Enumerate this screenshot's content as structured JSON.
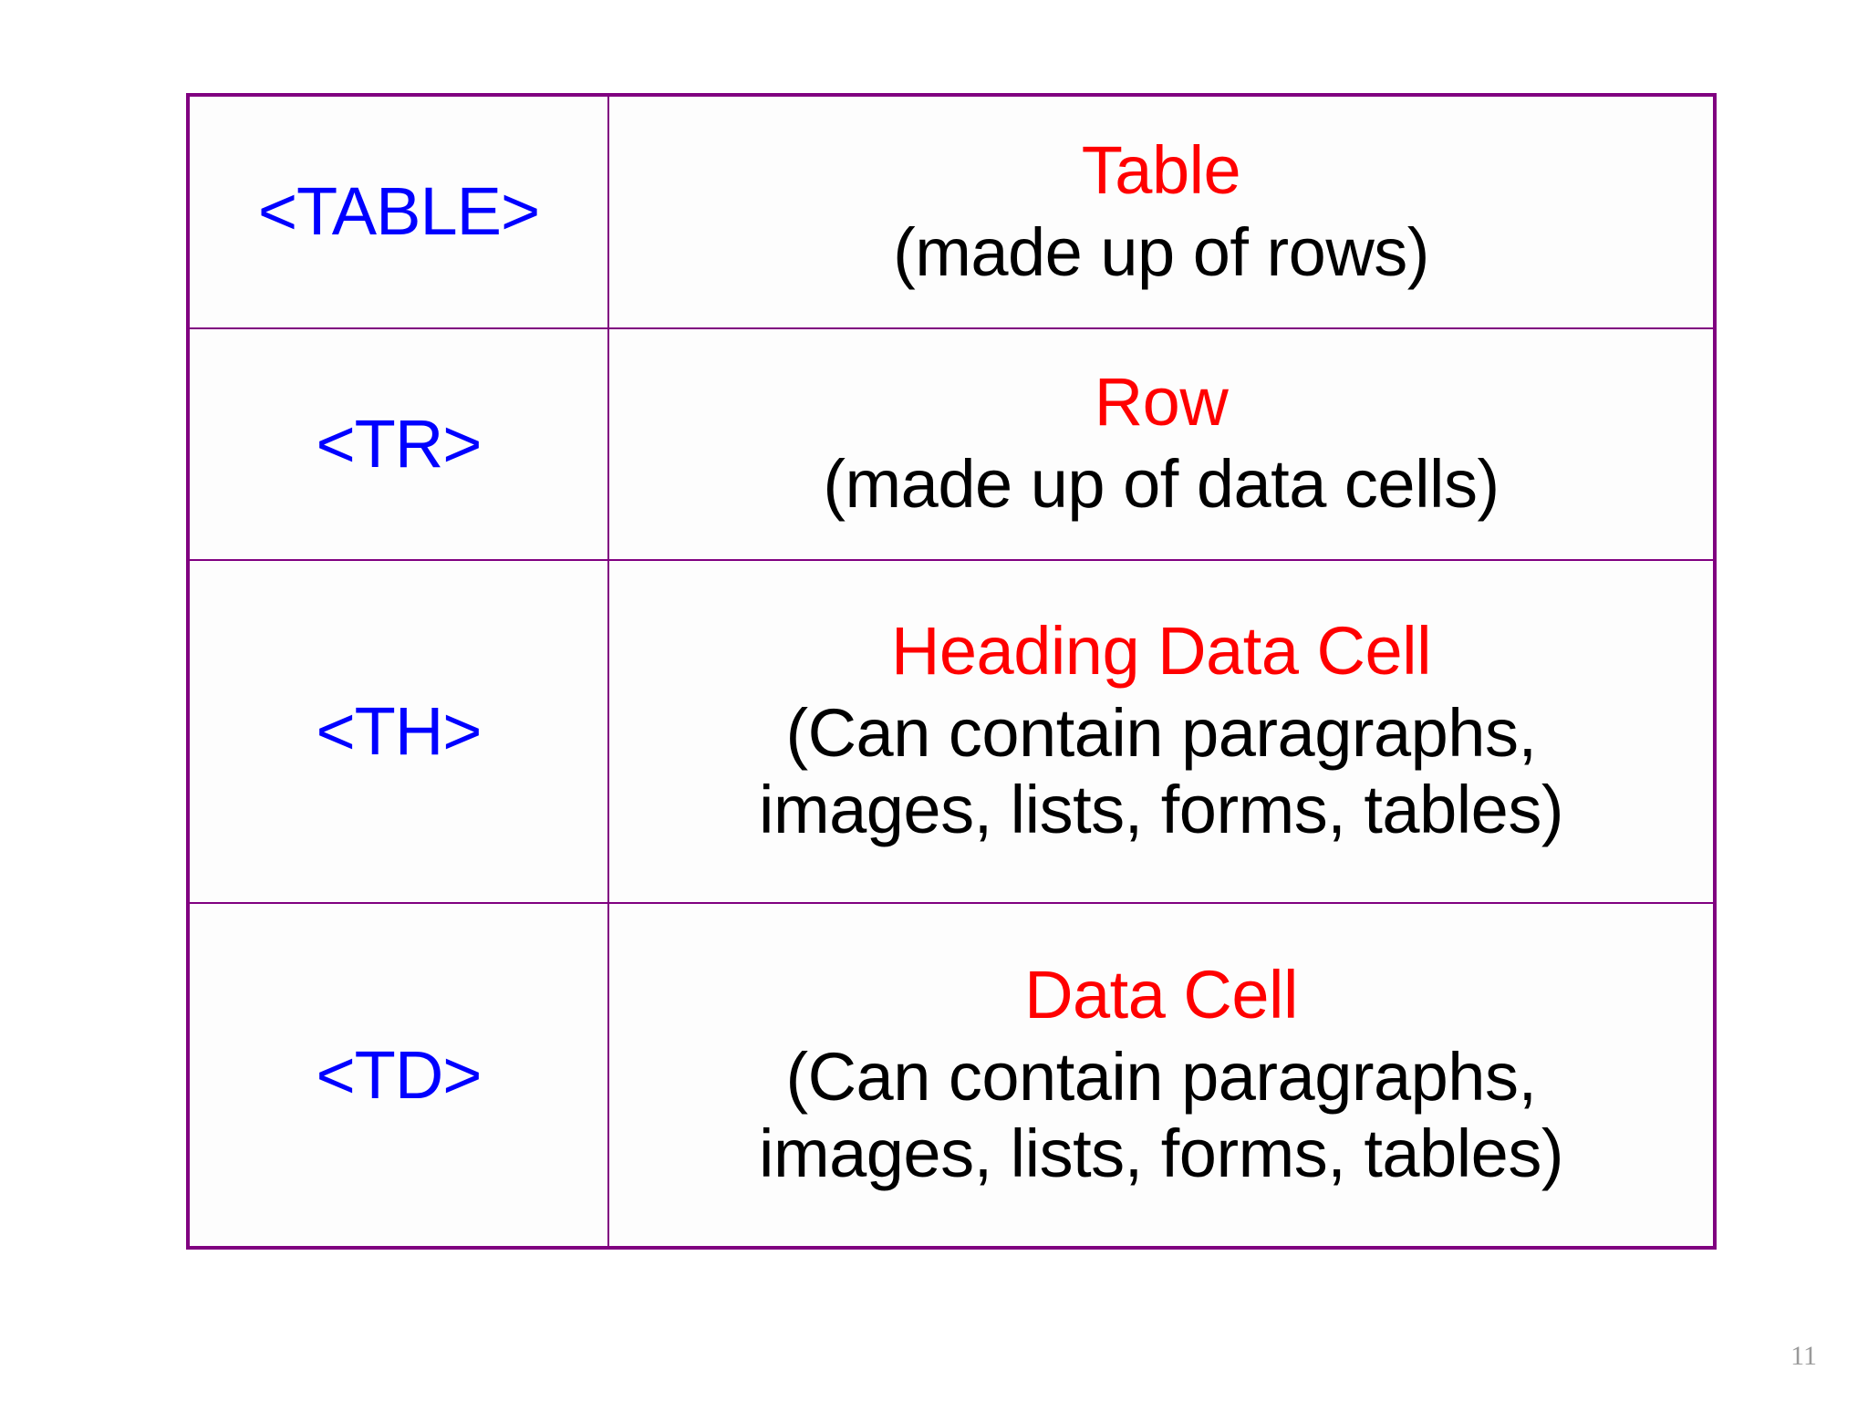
{
  "colors": {
    "border": "#800080",
    "tag_text": "#0000FF",
    "title_text": "#FF0000",
    "body_text": "#000000",
    "page_number": "#9A9A9A",
    "background": "#FFFFFF"
  },
  "table": {
    "rows": [
      {
        "tag": "<TABLE>",
        "title": "Table",
        "body_lines": [
          "(made up of rows)"
        ]
      },
      {
        "tag": "<TR>",
        "title": "Row",
        "body_lines": [
          "(made up of data cells)"
        ]
      },
      {
        "tag": "<TH>",
        "title": "Heading Data Cell",
        "body_lines": [
          "(Can contain paragraphs,",
          "images, lists, forms, tables)"
        ]
      },
      {
        "tag": "<TD>",
        "title": "Data Cell",
        "body_lines": [
          "(Can contain paragraphs,",
          "images, lists, forms, tables)"
        ]
      }
    ]
  },
  "footer": {
    "page_number": "11"
  }
}
